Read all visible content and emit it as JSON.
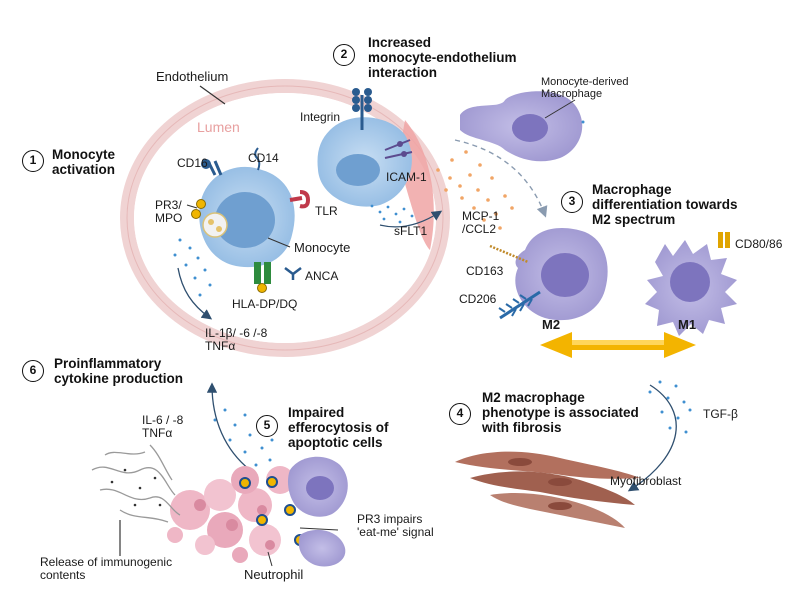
{
  "labels": {
    "endothelium": "Endothelium",
    "lumen": "Lumen",
    "integrin": "Integrin",
    "icam1": "ICAM-1",
    "cd16": "CD16",
    "cd14": "CD14",
    "pr3_mpo": "PR3/\nMPO",
    "tlr": "TLR",
    "monocyte": "Monocyte",
    "anca": "ANCA",
    "hla": "HLA-DP/DQ",
    "il1b": "IL-1β/ -6 /-8\nTNFα",
    "sflt1": "sFLT1",
    "mcp1": "MCP-1\n/CCL2",
    "monocyte_derived": "Monocyte-derived\nMacrophage",
    "cd163": "CD163",
    "cd206": "CD206",
    "cd80": "CD80/86",
    "m2": "M2",
    "m1": "M1",
    "il6": "IL-6 / -8\nTNFα",
    "tgfb": "TGF-β",
    "myofibroblast": "Myofibroblast",
    "pr3_eat": "PR3 impairs\n'eat-me' signal",
    "release": "Release of immunogenic\ncontents",
    "neutrophil": "Neutrophil"
  },
  "steps": [
    {
      "number": "1",
      "title": "Monocyte\nactivation"
    },
    {
      "number": "2",
      "title": "Increased\nmonocyte-endothelium\ninteraction"
    },
    {
      "number": "3",
      "title": "Macrophage\ndifferentiation towards\nM2 spectrum"
    },
    {
      "number": "4",
      "title": "M2 macrophage\nphenotype is associated\nwith fibrosis"
    },
    {
      "number": "5",
      "title": "Impaired\nefferocytosis of\napoptotic cells"
    },
    {
      "number": "6",
      "title": "Proinflammatory\ncytokine production"
    }
  ],
  "colors": {
    "cell_blue": "#9fc4e6",
    "macrophage_purple": "#a9a3d6",
    "endothelium_pink": "#f2d2d2",
    "arrow_yellow": "#f3b400",
    "neutrophil_pink": "#efb7c6",
    "fibroblast_brown": "#b2705e"
  }
}
